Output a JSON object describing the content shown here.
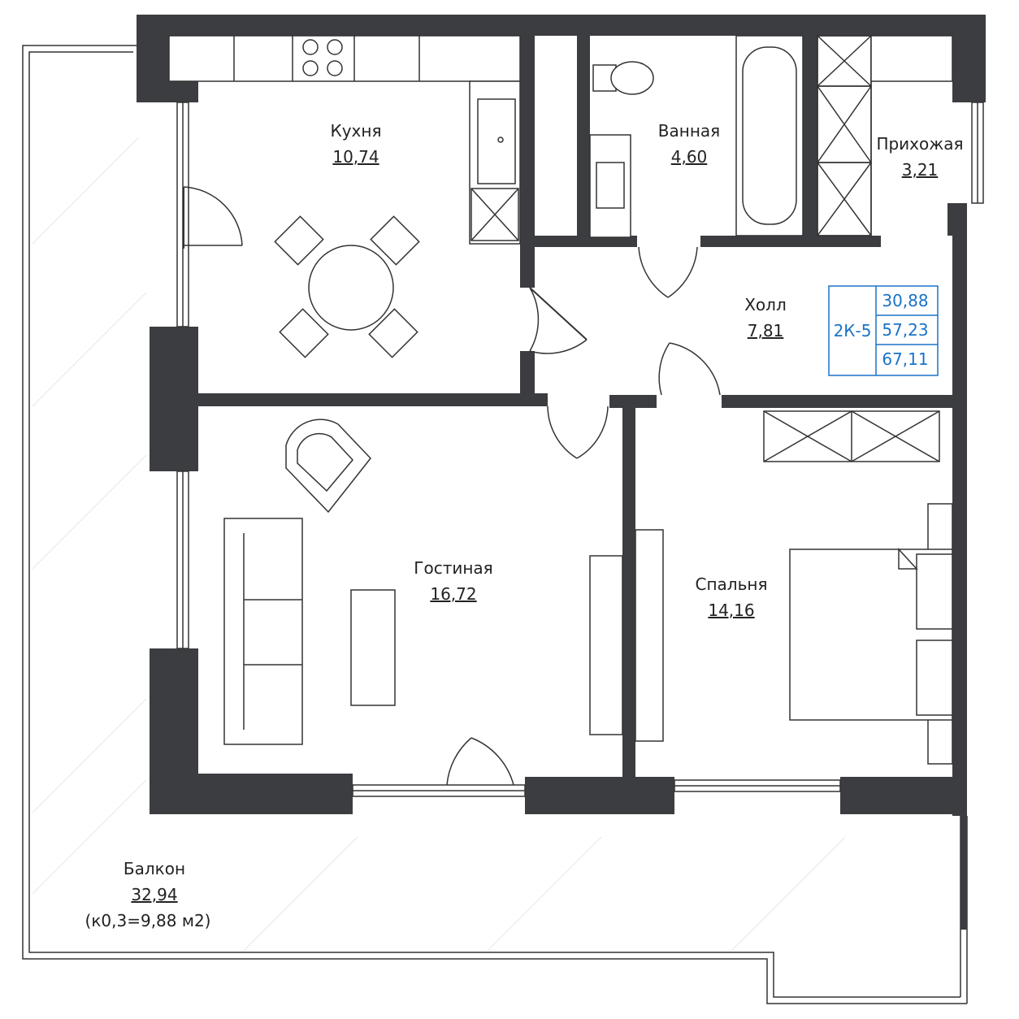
{
  "rooms": {
    "kitchen": {
      "name": "Кухня",
      "area": "10,74"
    },
    "bathroom": {
      "name": "Ванная",
      "area": "4,60"
    },
    "entrance": {
      "name": "Прихожая",
      "area": "3,21"
    },
    "hall": {
      "name": "Холл",
      "area": "7,81"
    },
    "living": {
      "name": "Гостиная",
      "area": "16,72"
    },
    "bedroom": {
      "name": "Спальня",
      "area": "14,16"
    },
    "balcony": {
      "name": "Балкон",
      "area": "32,94",
      "note": "(к0,3=9,88 м2)"
    }
  },
  "summary": {
    "type": "2К-5",
    "living_area": "30,88",
    "total_area": "57,23",
    "area_with_balcony": "67,11",
    "accent_color": "#1a73c8"
  },
  "colors": {
    "wall": "#3c3d40",
    "line": "#333333"
  }
}
